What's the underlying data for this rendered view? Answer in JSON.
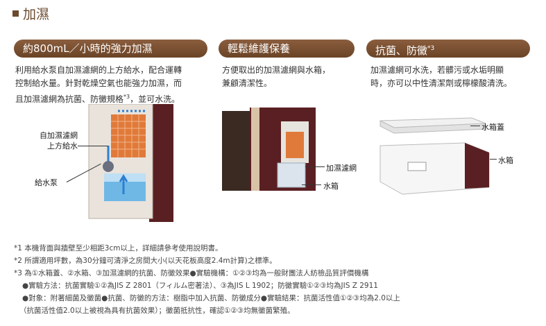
{
  "header": {
    "title": "加濕"
  },
  "features": [
    {
      "title": "約800mL／小時的強力加濕",
      "desc_line1": "利用給水泵自加濕濾網的上方給水，配合運轉",
      "desc_line2": "控制給水量。針對乾燥空氣也能強力加濕，而",
      "desc_line3a": "且加濕濾網為抗菌、防黴規格",
      "desc_line3_sup": "*3",
      "desc_line3b": "，並可水洗。",
      "labels": {
        "filter_top_1": "自加濕濾網",
        "filter_top_2": "上方給水",
        "pump": "給水泵"
      }
    },
    {
      "title": "輕鬆維護保養",
      "desc_line1": "方便取出的加濕濾網與水箱，",
      "desc_line2": "兼顧清潔性。",
      "labels": {
        "filter": "加濕濾網",
        "tank": "水箱"
      }
    },
    {
      "title": "抗菌、防黴",
      "title_sup": "*3",
      "desc_line1": "加濕濾網可水洗，若髒污或水垢明顯",
      "desc_line2": "時，亦可以中性清潔劑或檸檬酸清洗。",
      "labels": {
        "lid": "水箱蓋",
        "tank": "水箱"
      }
    }
  ],
  "notes": [
    "*1 本機背面與牆壁至少相距3cm以上，詳細請參考使用說明書。",
    "*2 所謂適用坪數，為30分鐘可清淨之房間大小(以天花板高度2.4m計算)之標準。",
    "*3 為①水箱蓋、②水箱、③加濕濾網的抗菌、防黴效果●實驗機構：①②③均為一般財團法人紡檢品質評價機構",
    "●實驗方法：抗菌實驗①②為JIS Z 2801（フィルム密著法）、③為JIS L 1902；防黴實驗①②③均為JIS Z 2911",
    "●對象：附著細菌及黴菌●抗菌、防黴的方法：樹脂中加入抗菌、防黴成分●實驗結果：抗菌活性值①②③均為2.0以上",
    "（抗菌活性值2.0以上被視為具有抗菌效果）；黴菌抵抗性，確認①②③均無黴菌繁殖。"
  ],
  "colors": {
    "brand": "#6b4a2e",
    "pill": "#7b5233",
    "unit_body": "#5a1f22",
    "filter": "#e07a3a",
    "water": "#6fb8e6"
  },
  "icons": [
    "water-flow-arrow",
    "pump-icon"
  ]
}
